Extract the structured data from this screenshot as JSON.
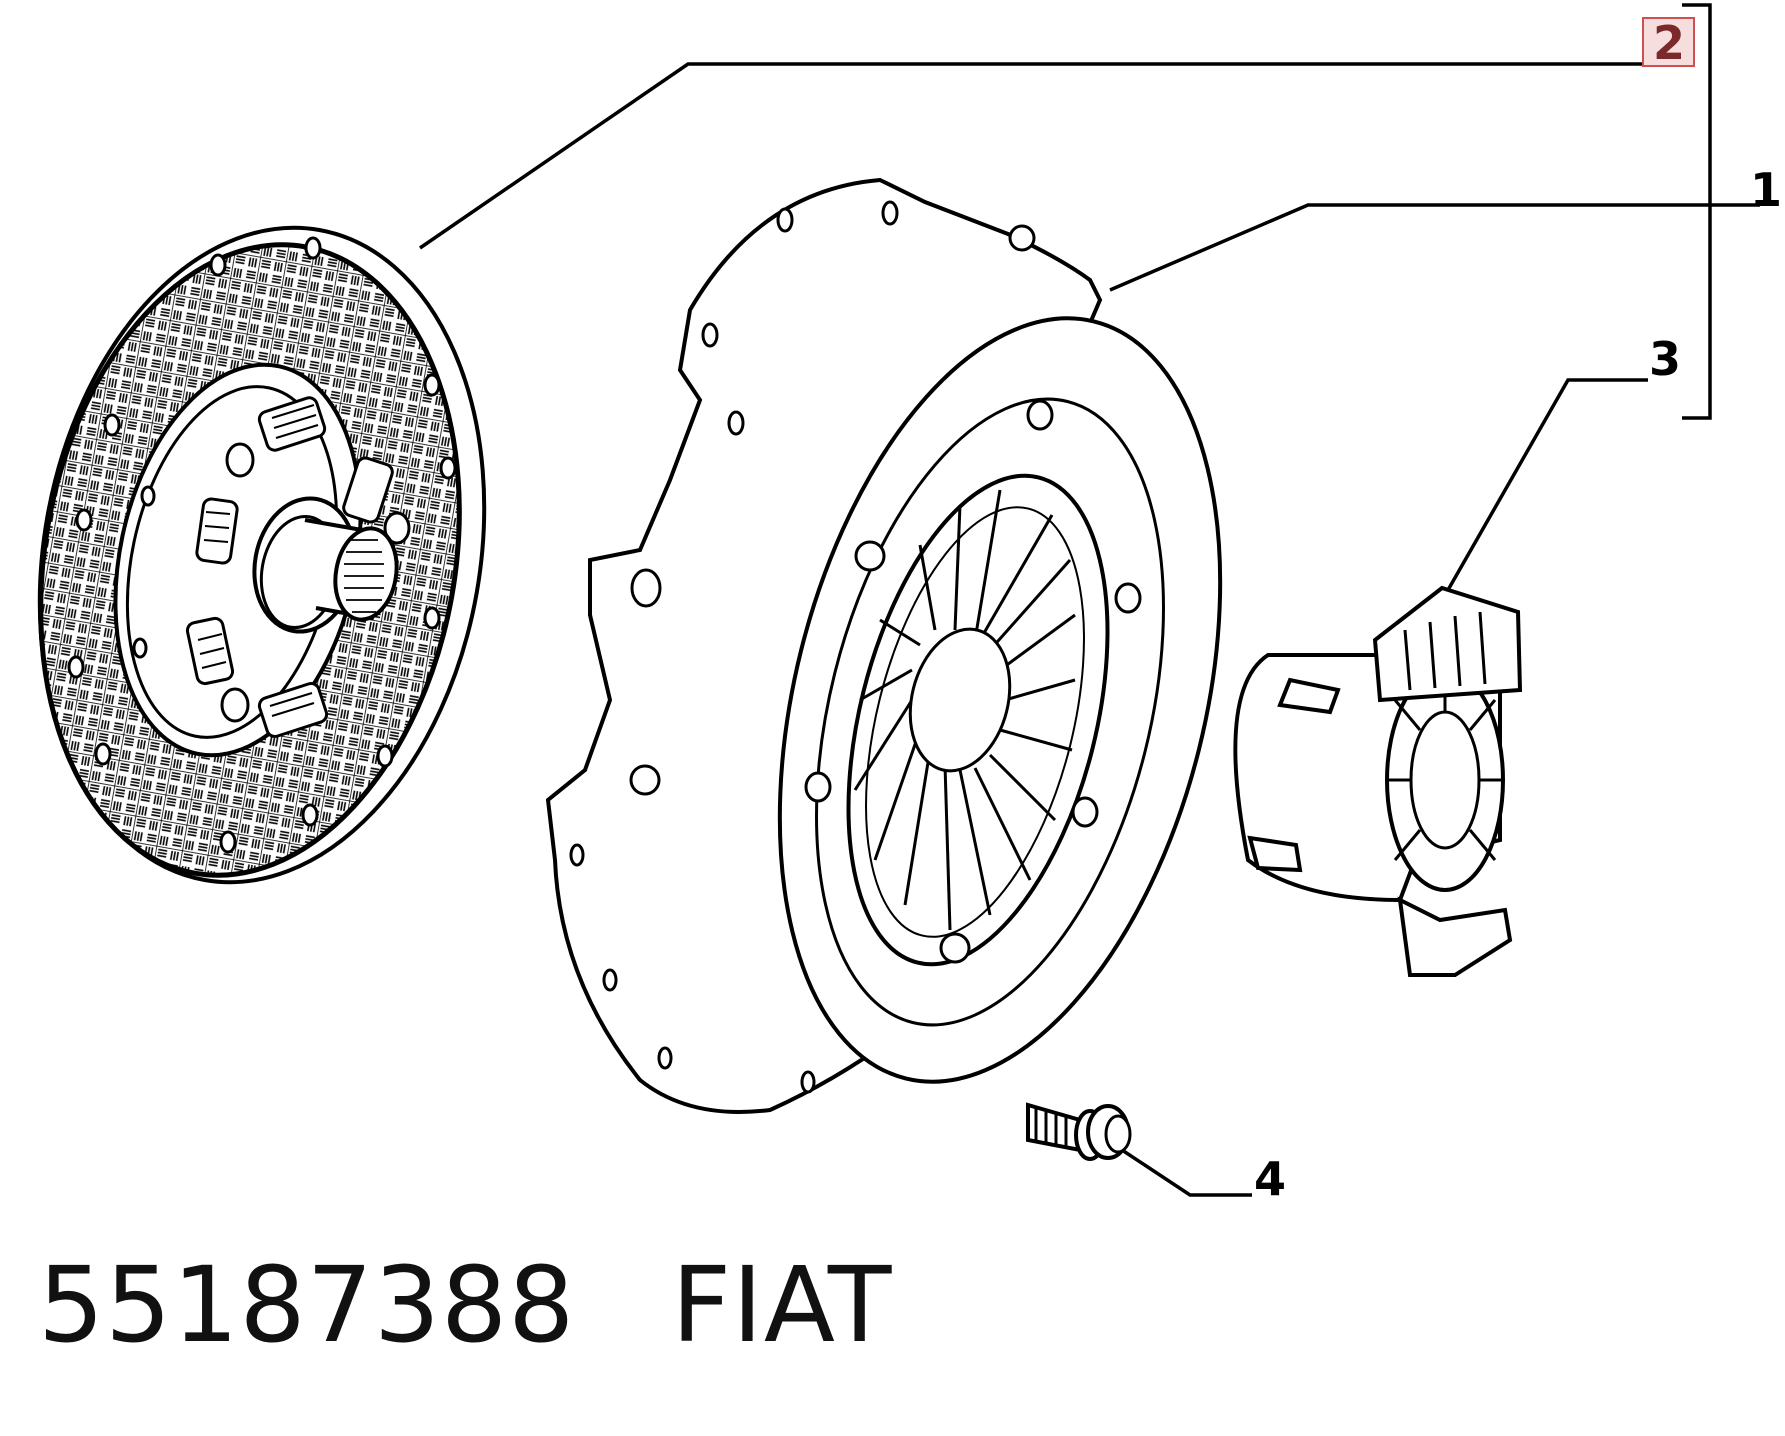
{
  "callouts": {
    "c1": "1",
    "c2": "2",
    "c3": "3",
    "c4": "4"
  },
  "footer": {
    "part_number": "55187388",
    "brand": "FIAT"
  },
  "colors": {
    "line": "#000000",
    "highlight_box_fill": "#f7dede",
    "highlight_box_stroke": "#d05050"
  }
}
